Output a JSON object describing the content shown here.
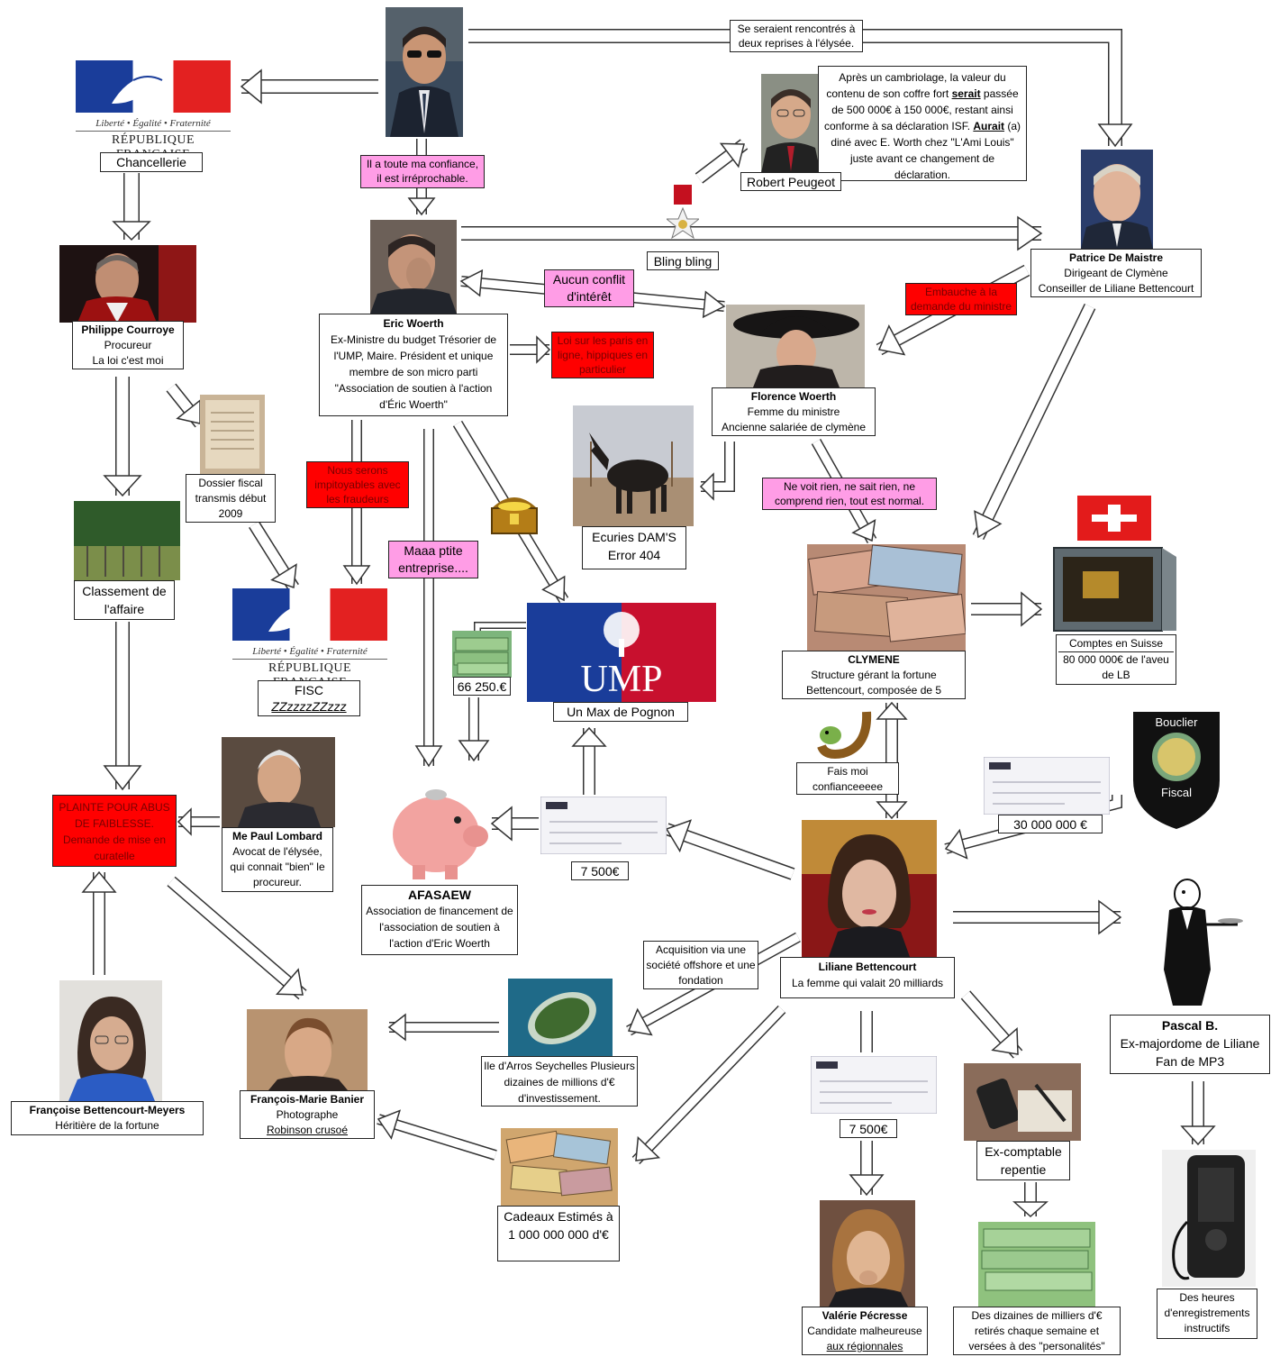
{
  "nodes": {
    "elysee_meeting": "Se seraient rencontrés à deux reprises à l'élysée.",
    "peugeot_note_1": "Après un cambriolage, la valeur du contenu de son coffre fort ",
    "peugeot_note_serait": "serait",
    "peugeot_note_2": " passée de 500 000€ à 150 000€, restant ainsi conforme à sa déclaration ISF. ",
    "peugeot_note_aurait": "Aurait",
    "peugeot_note_3": " (a) diné avec E. Worth chez \"L'Ami Louis\" juste avant ce changement de déclaration.",
    "robert_peugeot": "Robert Peugeot",
    "chancellerie": "Chancellerie",
    "confiance": "Il a toute ma confiance, il est irréprochable.",
    "bling": "Bling bling",
    "de_maistre_name": "Patrice De Maistre",
    "de_maistre_role1": "Dirigeant de Clymène",
    "de_maistre_role2": "Conseiller de Liliane Bettencourt",
    "courroye_name": "Philippe Courroye",
    "courroye_role1": "Procureur",
    "courroye_role2": "La loi c'est moi",
    "woerth_name": "Eric Woerth",
    "woerth_desc": "Ex-Ministre du budget Trésorier de l'UMP, Maire. Président et unique membre de son micro parti \"Association de soutien à l'action d'Éric Woerth\"",
    "aucun_conflit": "Aucun conflit d'intérêt",
    "embauche": "Embauche à la demande du ministre",
    "loi_paris": "Loi sur les paris en ligne, hippiques en particulier",
    "florence_name": "Florence Woerth",
    "florence_role1": "Femme du ministre",
    "florence_role2": "Ancienne salariée de clymène",
    "dossier_fiscal": "Dossier fiscal transmis début 2009",
    "impitoyables": "Nous serons impitoyables avec les fraudeurs",
    "ecuries": "Ecuries DAM'S Error 404",
    "ne_voit_rien": "Ne voit rien, ne sait rien, ne comprend rien, tout est normal.",
    "maaa": "Maaa ptite entreprise....",
    "classement": "Classement de l'affaire",
    "fisc_rep": "RÉPUBLIQUE FRANÇAISE",
    "motto": "Liberté • Égalité • Fraternité",
    "fisc": "FISC",
    "fisc_zz": "ZZzzzzZZzzz",
    "amount_66250": "66 250.€",
    "ump_logo": "UMP",
    "ump_caption": "Un Max de Pognon",
    "clymene_name": "CLYMENE",
    "clymene_desc": "Structure gérant la fortune Bettencourt, composée de 5 personnes",
    "comptes_suisse": "Comptes en Suisse",
    "suisse_amount": "80 000 000€ de l'aveu de LB",
    "bouclier_1": "Bouclier",
    "bouclier_2": "Fiscal",
    "fais_moi": "Fais moi confianceeeee",
    "amount_30m": "30 000 000 €",
    "plainte": "PLAINTE POUR ABUS DE FAIBLESSE. Demande de mise en curatelle",
    "lombard_name": "Me Paul Lombard",
    "lombard_desc": "Avocat de l'élysée, qui connait \"bien\" le procureur.",
    "amount_7500_a": "7 500€",
    "afasaew_name": "AFASAEW",
    "afasaew_desc": "Association de financement de l'association de soutien à l'action d'Eric Woerth",
    "acquisition": "Acquisition via une société offshore et une fondation",
    "liliane_name": "Liliane Bettencourt",
    "liliane_desc": "La femme qui valait 20 milliards",
    "pascal_name": "Pascal B.",
    "pascal_desc": "Ex-majordome de Liliane Fan de MP3",
    "arros": "Ile d'Arros Seychelles Plusieurs dizaines de millions d'€ d'investissement.",
    "francoise_name": "Françoise Bettencourt-Meyers",
    "francoise_desc": "Héritière de la fortune",
    "banier_name": "François-Marie Banier",
    "banier_role1": "Photographe",
    "banier_role2": "Robinson crusoé",
    "amount_7500_b": "7 500€",
    "comptable": "Ex-comptable repentie",
    "cadeaux": "Cadeaux Estimés à 1 000 000 000 d'€",
    "pecresse_name": "Valérie Pécresse",
    "pecresse_role1": "Candidate malheureuse",
    "pecresse_role2": "aux régionnales",
    "dizaines": "Des dizaines de milliers d'€ retirés chaque semaine et versées à des \"personalités\"",
    "enregistrements": "Des heures d'enregistrements instructifs"
  },
  "colors": {
    "pink_label": "#ff9de6",
    "red_label": "#ff0000",
    "ump_blue": "#1a3d9a",
    "ump_red": "#c8102e",
    "arrow_fill": "#ffffff",
    "arrow_stroke": "#333333"
  },
  "icons": [
    "medal-icon",
    "treasure-chest-icon",
    "snake-icon",
    "swiss-flag-icon",
    "safe-icon",
    "piggy-bank-icon",
    "cheque-icon",
    "dictaphone-icon",
    "butler-icon",
    "shield-icon"
  ]
}
